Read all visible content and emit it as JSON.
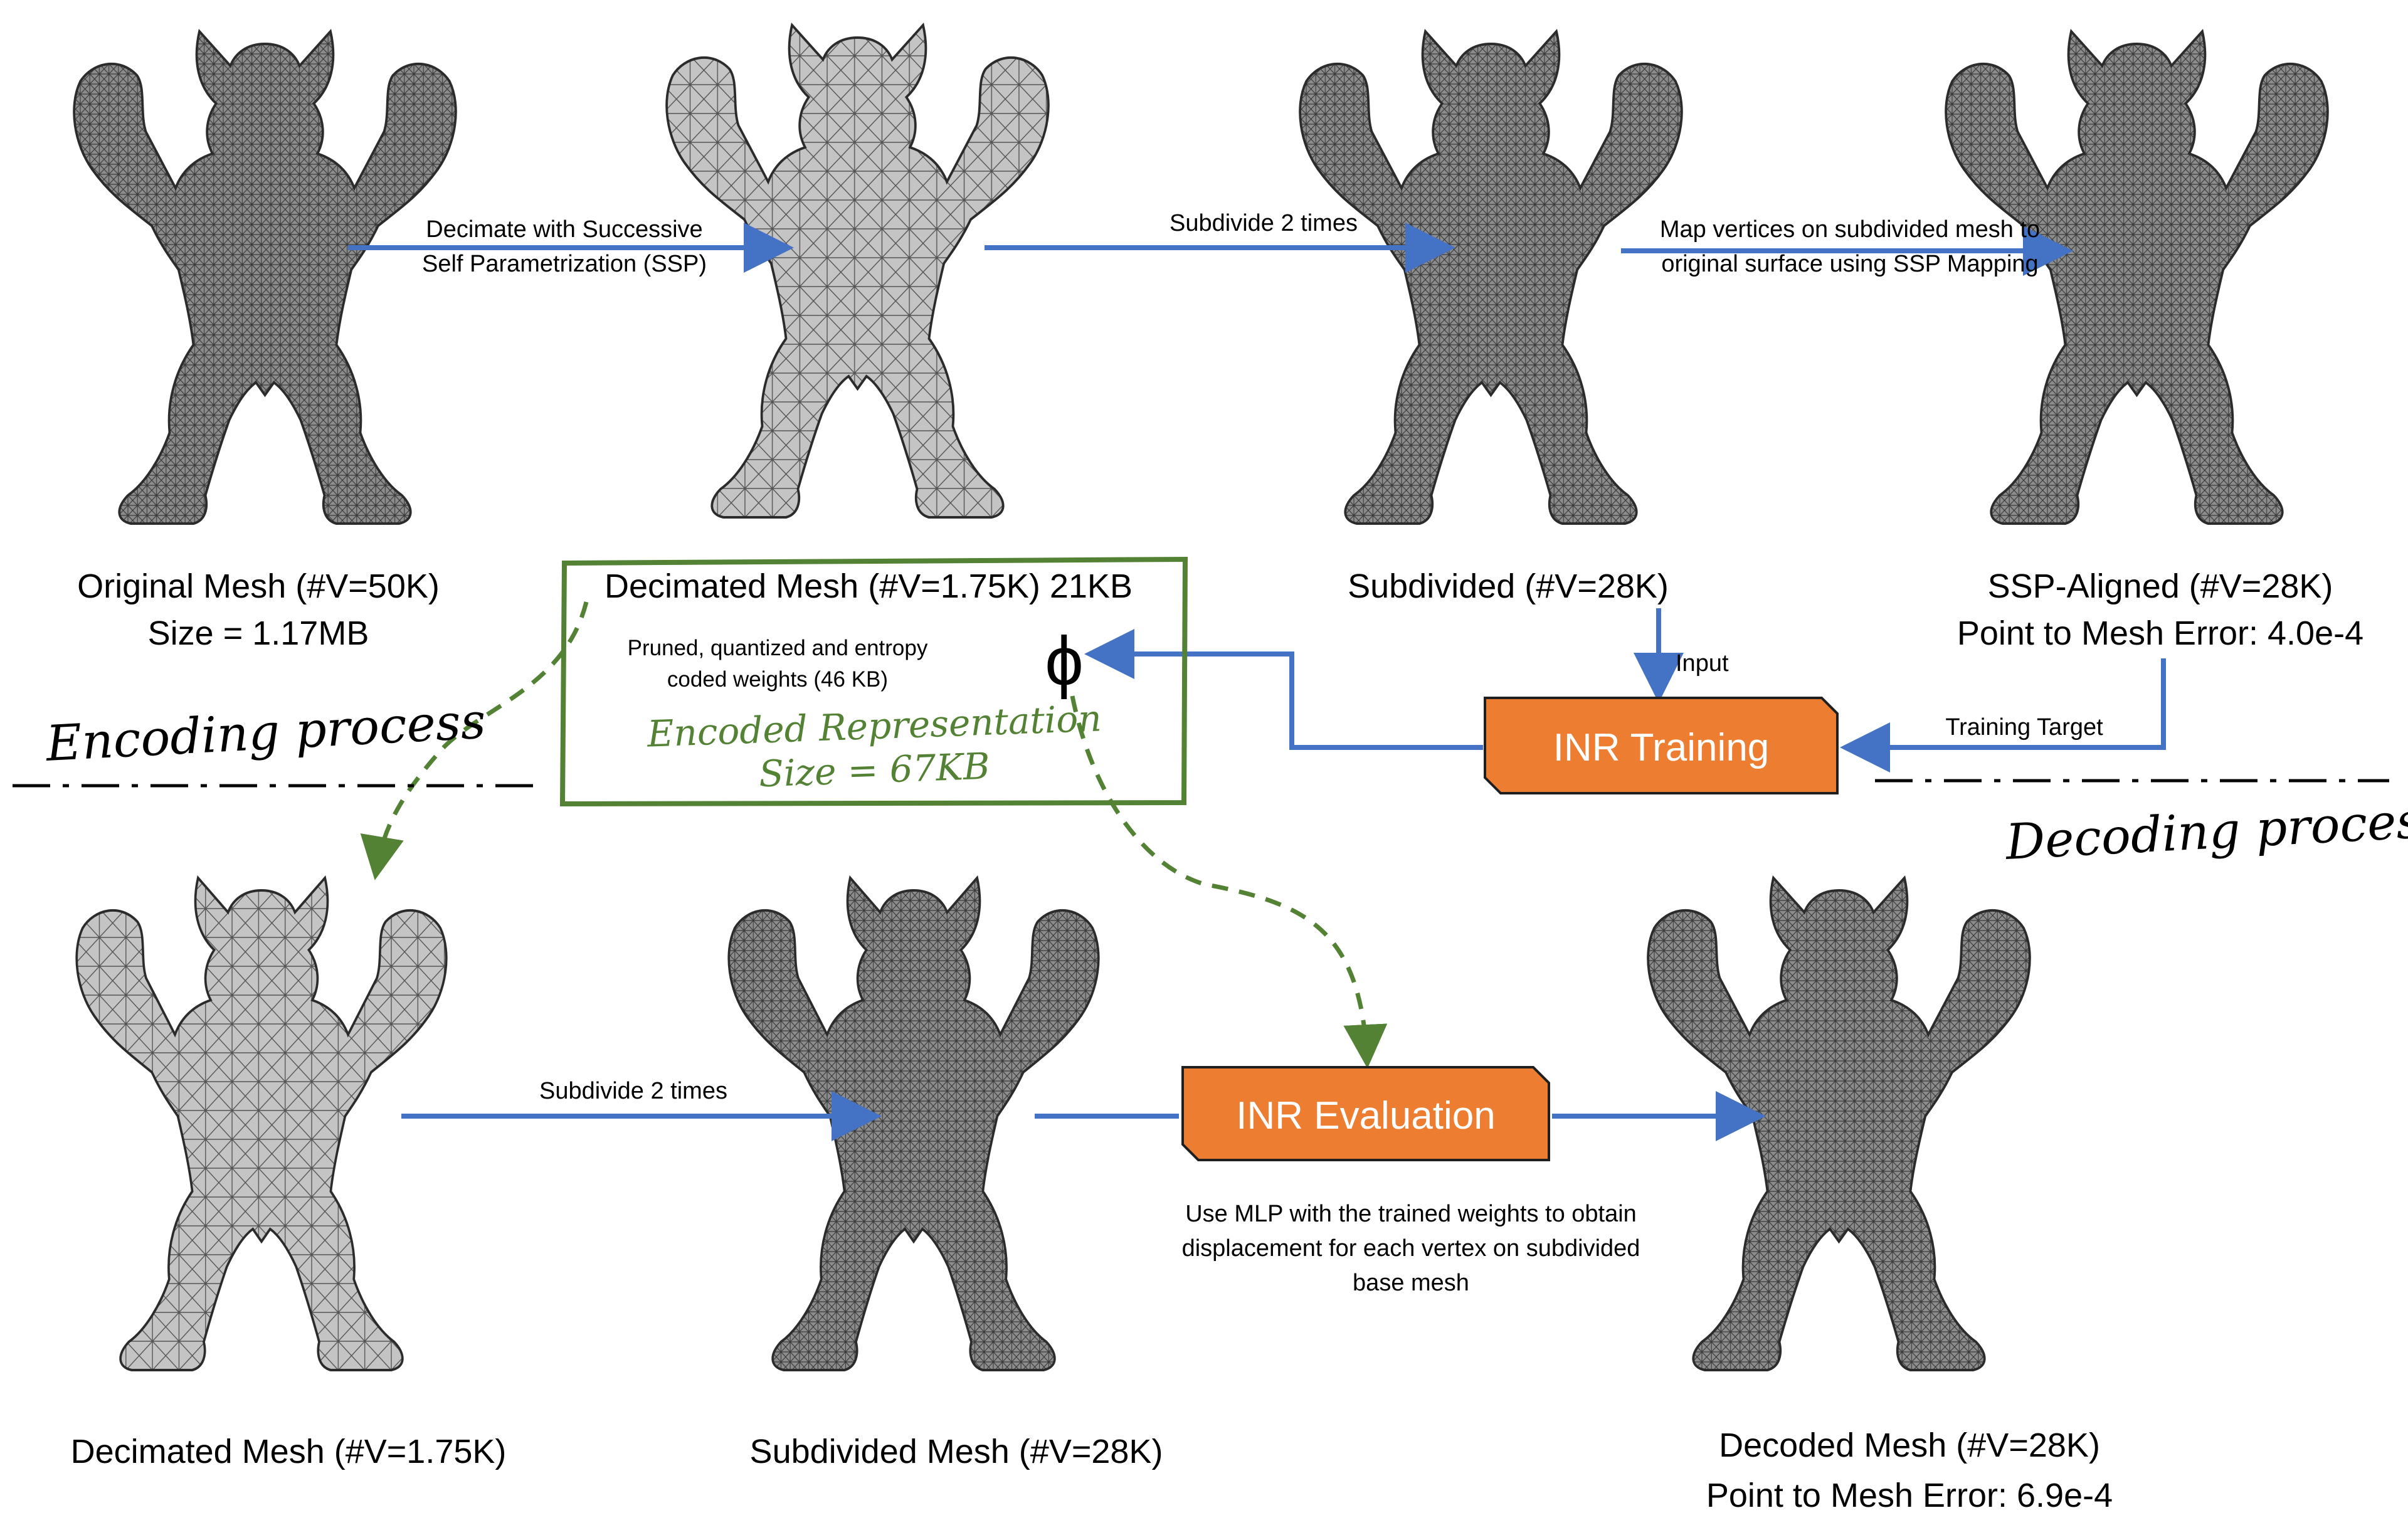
{
  "captions": {
    "original": [
      "Original Mesh (#V=50K)",
      "Size = 1.17MB"
    ],
    "decimated_top": "Decimated Mesh (#V=1.75K) 21KB",
    "subdivided_top": "Subdivided (#V=28K)",
    "ssp_aligned": [
      "SSP-Aligned (#V=28K)",
      "Point to Mesh Error: 4.0e-4"
    ],
    "decimated_bottom": "Decimated Mesh (#V=1.75K)",
    "subdivided_bottom": "Subdivided Mesh (#V=28K)",
    "decoded": [
      "Decoded Mesh (#V=28K)",
      "Point to Mesh Error: 6.9e-4"
    ]
  },
  "arrow_labels": {
    "decimate": [
      "Decimate with Successive",
      "Self Parametrization (SSP)"
    ],
    "subdivide_top": "Subdivide 2 times",
    "map_vertices": [
      "Map vertices on subdivided mesh to",
      "original surface using SSP Mapping"
    ],
    "input": "Input",
    "training_target": "Training Target",
    "subdivide_bottom": "Subdivide 2 times",
    "mlp_note": [
      "Use MLP with the trained weights to obtain",
      "displacement for each vertex on subdivided",
      "base mesh"
    ]
  },
  "encoded_box": {
    "weights_note": [
      "Pruned, quantized and entropy",
      "coded  weights (46 KB)"
    ],
    "phi": "ϕ",
    "title": "Encoded Representation",
    "size": "Size = 67KB"
  },
  "process_labels": {
    "encoding": "Encoding process",
    "decoding": "Decoding process"
  },
  "boxes": {
    "inr_training": "INR Training",
    "inr_evaluation": "INR Evaluation"
  },
  "colors": {
    "arrow": "#4472c4",
    "box_fill": "#ed7d31",
    "dashed_green": "#548235",
    "mesh_dense": "#7a7a7a",
    "mesh_coarse": "#b5b5b5"
  }
}
